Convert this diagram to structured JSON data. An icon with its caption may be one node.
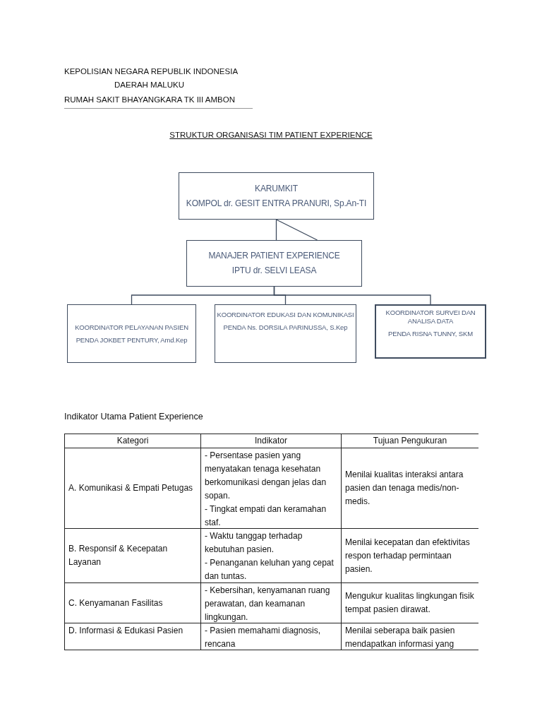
{
  "diagram": {
    "title": "STRUKTUR ORGANISASI TIM PATIENT EXPERIENCE",
    "nodes": [
      {
        "text": [
          "KARUMKIT",
          "KOMPOL dr. GESIT ENTRA PRANURI, Sp.An-TI"
        ]
      },
      {
        "text": [
          "MANAJER PATIENT EXPERIENCE",
          "IPTU dr. SELVI LEASA"
        ]
      },
      {
        "text": [
          "KOORDINATOR PELAYANAN PASIEN",
          "PENDA JOKBET PENTURY, Amd.Kep"
        ]
      },
      {
        "text": [
          "KOORDINATOR EDUKASI DAN KOMUNIKASI",
          "PENDA Ns. DORSILA PARINUSSA, S.Kep"
        ]
      },
      {
        "text": [
          "KOORDINATOR SURVEI DAN ANALISA DATA",
          "PENDA RISNA TUNNY, SKM"
        ]
      }
    ],
    "edges": [
      {
        "from": 0,
        "to": 1,
        "arrow": "none"
      },
      {
        "from": 0,
        "to": 1,
        "arrow": "none"
      },
      {
        "from": 1,
        "to": 2,
        "arrow": "none"
      },
      {
        "from": 1,
        "to": 3,
        "arrow": "none"
      },
      {
        "from": 1,
        "to": 4,
        "arrow": "none"
      }
    ],
    "labels": [
      "KEPOLISIAN NEGARA REPUBLIK INDONESIA",
      "DAERAH MALUKU",
      "RUMAH SAKIT BHAYANGKARA TK III AMBON",
      "Indikator Utama Patient Experience",
      "Kategori",
      "Indikator",
      "Tujuan Pengukuran",
      "A. Komunikasi & Empati Petugas",
      "- Persentase pasien yang menyatakan tenaga kesehatan berkomunikasi dengan jelas dan sopan.",
      "- Tingkat empati dan keramahan staf.",
      "Menilai kualitas interaksi antara pasien dan tenaga medis/non-medis.",
      "B. Responsif & Kecepatan Layanan",
      "- Waktu tanggap terhadap kebutuhan pasien.",
      "- Penanganan keluhan yang cepat dan tuntas.",
      "Menilai kecepatan dan efektivitas respon terhadap permintaan pasien.",
      "C. Kenyamanan Fasilitas",
      "- Kebersihan, kenyamanan ruang perawatan, dan keamanan lingkungan.",
      "Mengukur kualitas lingkungan fisik tempat pasien dirawat.",
      "D. Informasi & Edukasi Pasien",
      "- Pasien memahami diagnosis, rencana",
      "Menilai seberapa baik pasien mendapatkan informasi yang"
    ]
  }
}
